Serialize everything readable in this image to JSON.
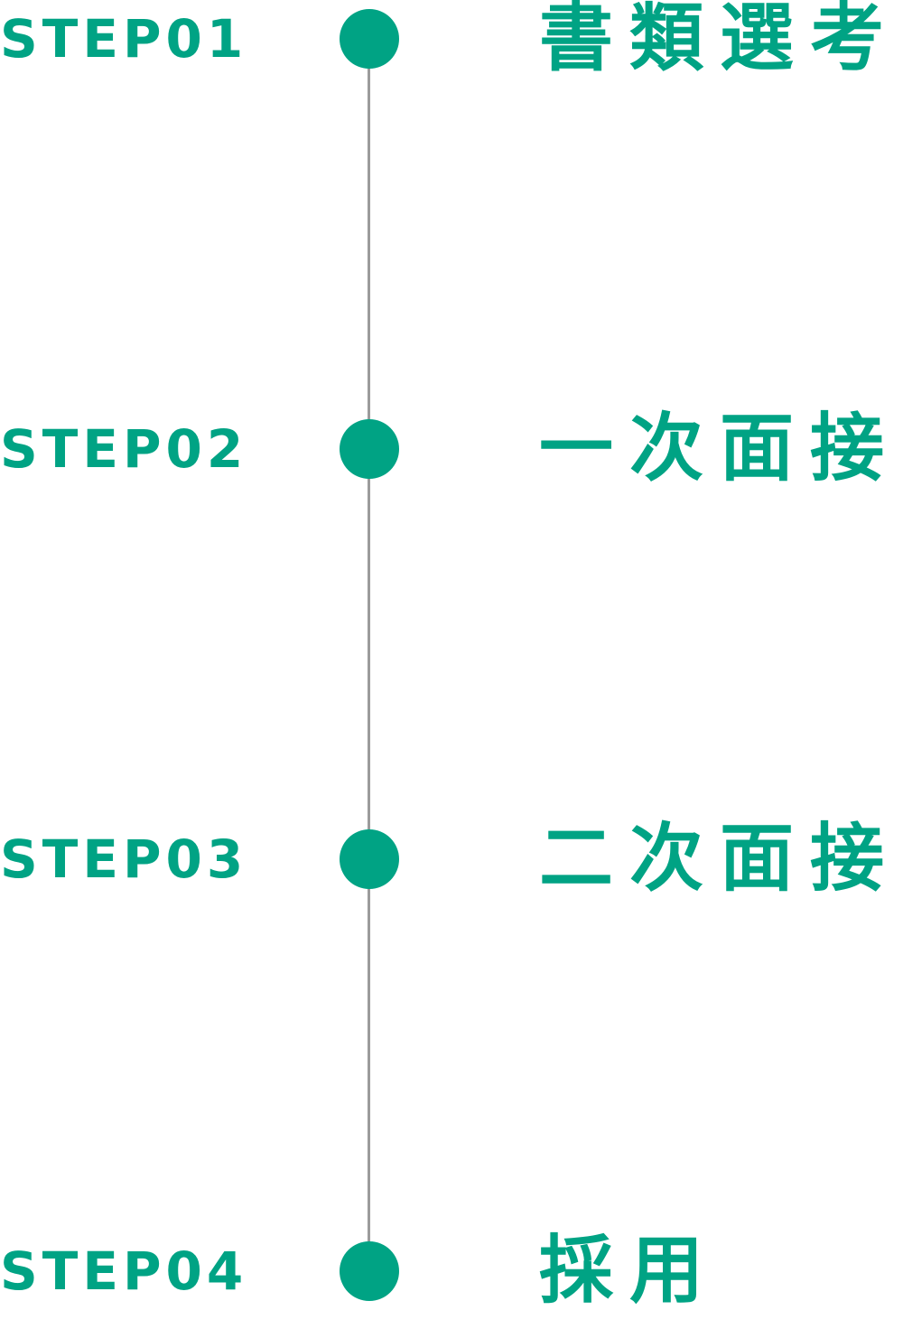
{
  "colors": {
    "accent": "#00a384",
    "line": "#9b9b9b",
    "background": "#ffffff"
  },
  "steps": [
    {
      "label": "STEP01",
      "title": "書類選考"
    },
    {
      "label": "STEP02",
      "title": "一次面接"
    },
    {
      "label": "STEP03",
      "title": "二次面接"
    },
    {
      "label": "STEP04",
      "title": "採用"
    }
  ]
}
